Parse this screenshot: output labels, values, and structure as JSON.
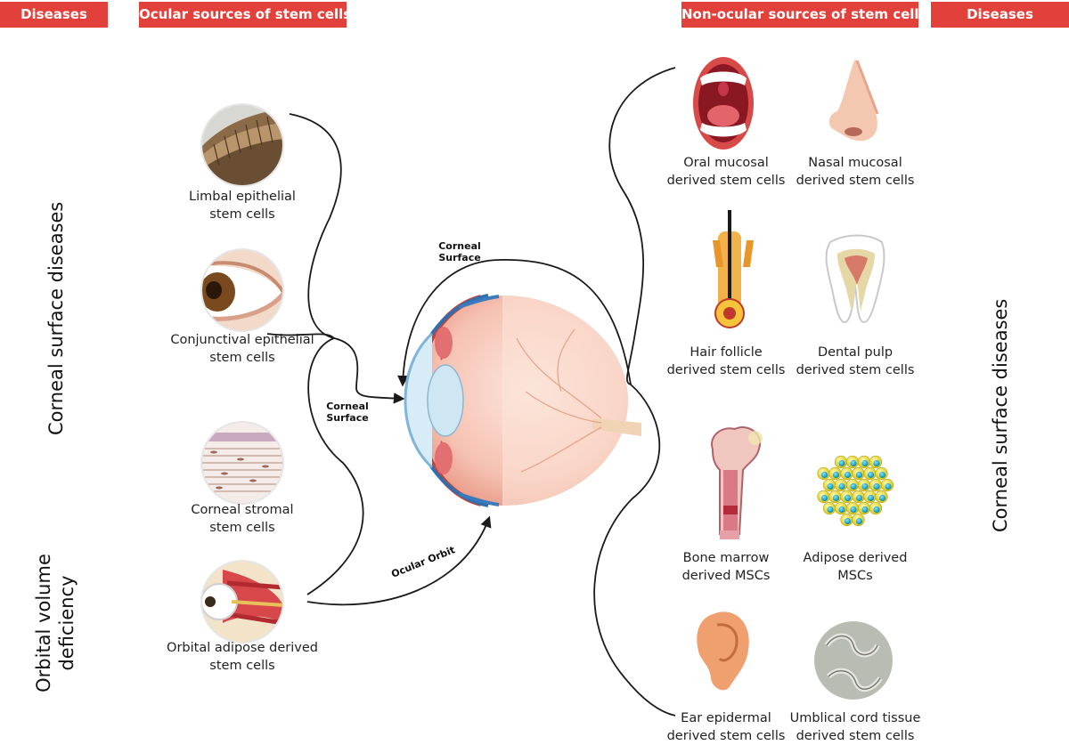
{
  "headers": {
    "diseases_left": "Diseases",
    "ocular": "Ocular sources of stem cells",
    "non_ocular": "Non-ocular sources of stem cells",
    "diseases_right": "Diseases"
  },
  "colors": {
    "header_bg": "#e2403a",
    "header_text": "#ffffff",
    "arrow": "#1a1a1a"
  },
  "diseases": {
    "left_top": "Corneal surface diseases",
    "left_bottom_line1": "Orbital volume",
    "left_bottom_line2": "deficiency",
    "right": "Corneal surface diseases"
  },
  "ocular_sources": [
    {
      "line1": "Limbal epithelial",
      "line2": "stem cells",
      "icon": "limbal-tissue-icon"
    },
    {
      "line1": "Conjunctival epithelial",
      "line2": "stem cells",
      "icon": "eye-closeup-icon"
    },
    {
      "line1": "Corneal stromal",
      "line2": "stem cells",
      "icon": "stromal-tissue-icon"
    },
    {
      "line1": "Orbital adipose derived",
      "line2": "stem cells",
      "icon": "orbit-anatomy-icon"
    }
  ],
  "non_ocular_sources": [
    {
      "line1": "Oral mucosal",
      "line2": "derived stem cells",
      "icon": "mouth-icon"
    },
    {
      "line1": "Nasal mucosal",
      "line2": "derived stem cells",
      "icon": "nose-icon"
    },
    {
      "line1": "Hair follicle",
      "line2": "derived stem cells",
      "icon": "hair-follicle-icon"
    },
    {
      "line1": "Dental pulp",
      "line2": "derived stem cells",
      "icon": "tooth-icon"
    },
    {
      "line1": "Bone marrow",
      "line2": "derived MSCs",
      "icon": "bone-icon"
    },
    {
      "line1": "Adipose derived",
      "line2": "MSCs",
      "icon": "adipose-cells-icon"
    },
    {
      "line1": "Ear epidermal",
      "line2": "derived stem cells",
      "icon": "ear-icon"
    },
    {
      "line1": "Umblical cord tissue",
      "line2": "derived stem cells",
      "icon": "umbilical-cord-icon"
    }
  ],
  "annotations": {
    "corneal_surface_top_line1": "Corneal",
    "corneal_surface_top_line2": "Surface",
    "corneal_surface_left_line1": "Corneal",
    "corneal_surface_left_line2": "Surface",
    "ocular_orbit": "Ocular Orbit"
  },
  "center_icon": "eye-cross-section-icon"
}
